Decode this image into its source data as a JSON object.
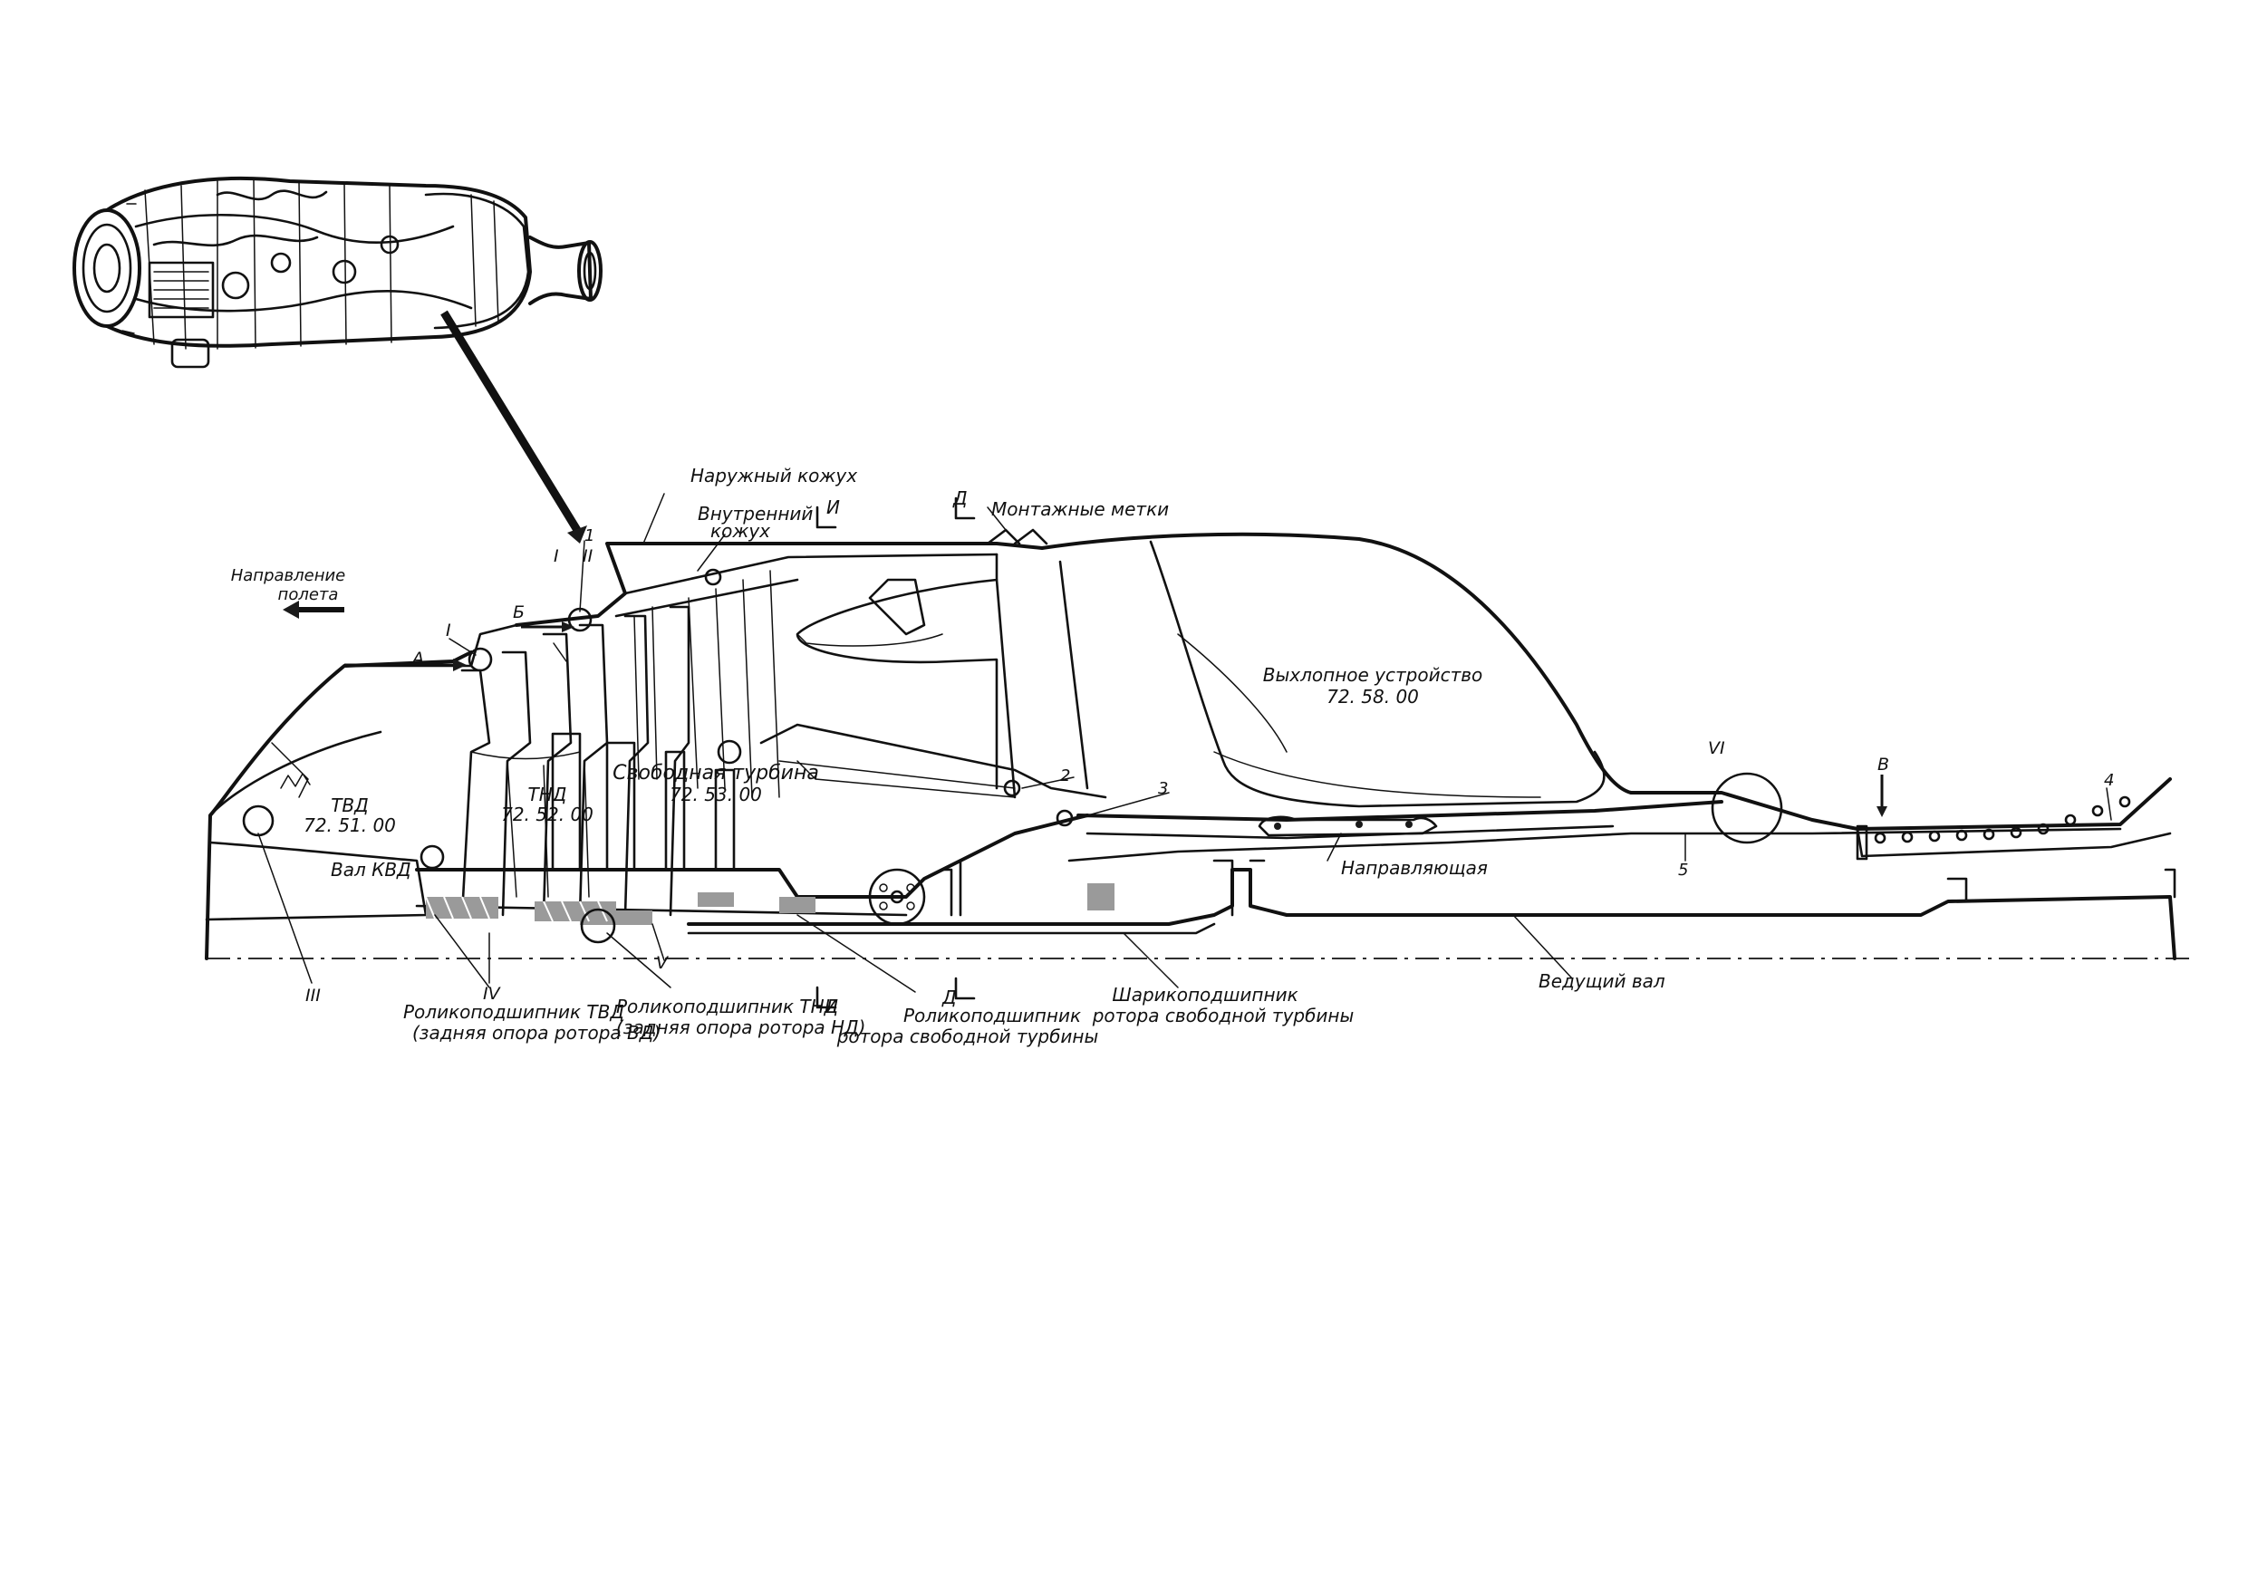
{
  "labels": {
    "outer_casing": "Наружный кожух",
    "inner_casing_1": "Внутренний",
    "inner_casing_2": "кожух",
    "section_i_top": "И",
    "section_d_top": "Д",
    "mount_marks": "Монтажные метки",
    "flight_dir_1": "Направление",
    "flight_dir_2": "полета",
    "view_a": "А",
    "view_b": "Б",
    "view_v": "В",
    "callout_i": "I",
    "callout_i2": "I",
    "callout_ii": "II",
    "callout_iii": "III",
    "callout_iv": "IV",
    "callout_v": "V",
    "callout_vi": "VI",
    "exhaust_1": "Выхлопное устройство",
    "exhaust_2": "72. 58. 00",
    "tvd_1": "ТВД",
    "tvd_2": "72. 51. 00",
    "tnd_1": "ТНД",
    "tnd_2": "72. 52. 00",
    "free_turbine_1": "Свободная турбина",
    "free_turbine_2": "72. 53. 00",
    "shaft_kvd": "Вал КВД",
    "guide": "Направляющая",
    "drive_shaft": "Ведущий вал",
    "num_1": "1",
    "num_2": "2",
    "num_3": "3",
    "num_4": "4",
    "num_5": "5",
    "bearing_tvd_1": "Роликоподшипник ТВД",
    "bearing_tvd_2": "(задняя опора ротора ВД)",
    "bearing_tnd_1": "Роликоподшипник ТНД",
    "bearing_tnd_2": "(задняя опора ротора НД)",
    "section_i_bottom": "И",
    "section_d_bottom": "Д",
    "bearing_free_1": "Роликоподшипник",
    "bearing_free_2": "ротора свободной турбины",
    "ball_bearing_1": "Шарикоподшипник",
    "ball_bearing_2": "ротора свободной турбины"
  }
}
